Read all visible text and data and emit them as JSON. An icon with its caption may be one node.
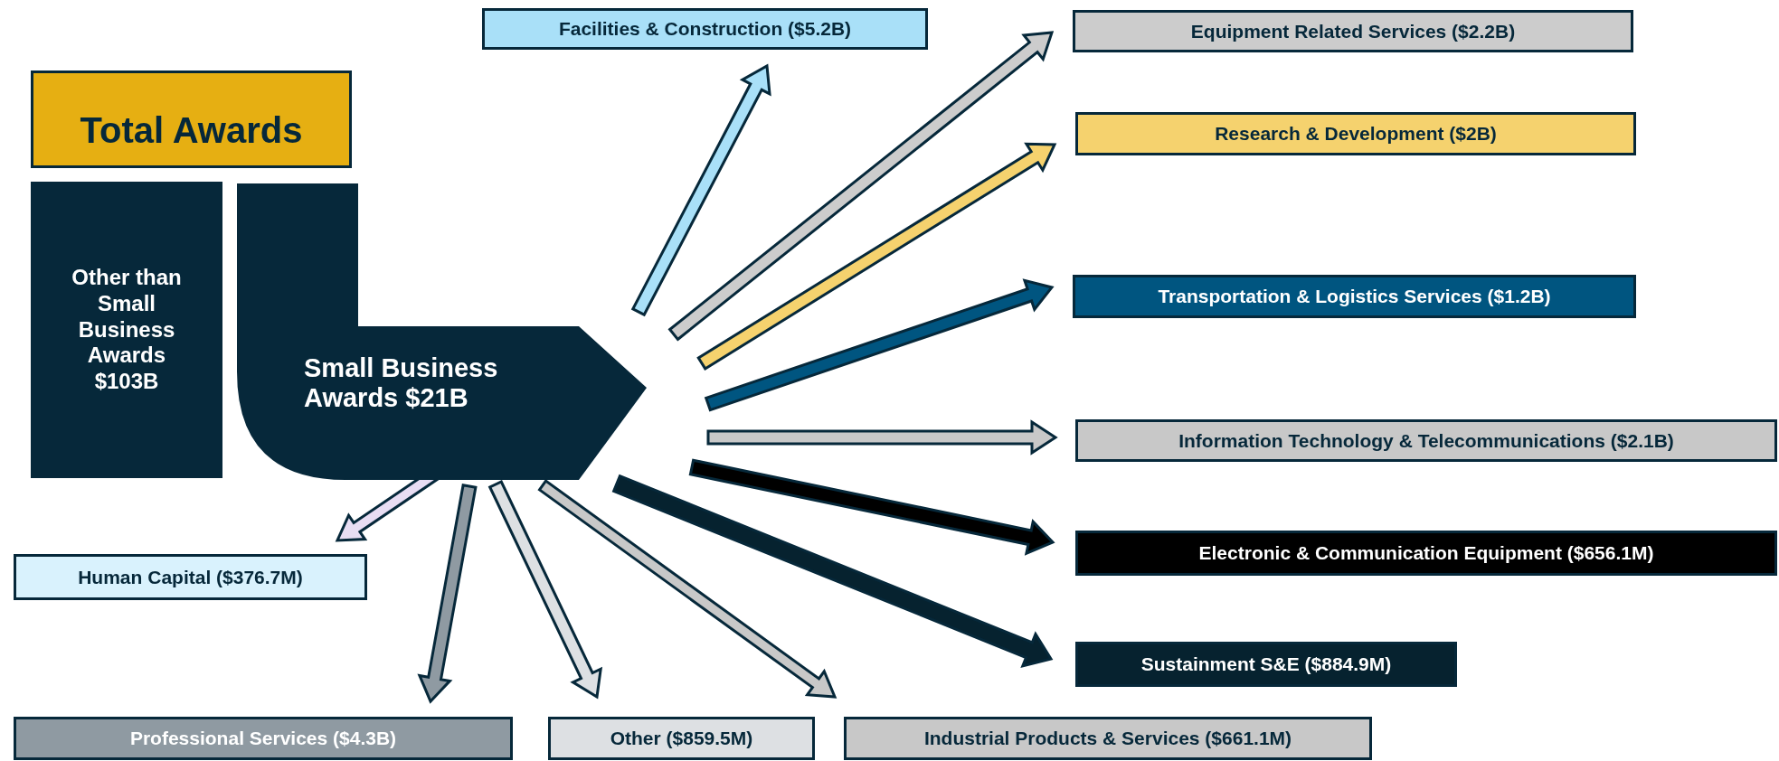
{
  "diagram": {
    "nodes": [
      {
        "text": [
          "Total Awards"
        ]
      },
      {
        "text": [
          "Other than Small Business Awards $103B"
        ]
      },
      {
        "text": [
          "Small Business Awards $21B"
        ]
      },
      {
        "text": [
          "Facilities & Construction ($5.2B)"
        ]
      },
      {
        "text": [
          "Equipment Related Services ($2.2B)"
        ]
      },
      {
        "text": [
          "Research & Development ($2B)"
        ]
      },
      {
        "text": [
          "Transportation & Logistics Services ($1.2B)"
        ]
      },
      {
        "text": [
          "Information Technology & Telecommunications ($2.1B)"
        ]
      },
      {
        "text": [
          "Electronic & Communication Equipment ($656.1M)"
        ]
      },
      {
        "text": [
          "Sustainment S&E ($884.9M)"
        ]
      },
      {
        "text": [
          "Human Capital ($376.7M)"
        ]
      },
      {
        "text": [
          "Professional Services ($4.3B)"
        ]
      },
      {
        "text": [
          "Other ($859.5M)"
        ]
      },
      {
        "text": [
          "Industrial Products & Services ($661.1M)"
        ]
      }
    ],
    "edges": [
      {
        "from": 2,
        "to": 3,
        "arrow": "to",
        "color": "#a9e0f8"
      },
      {
        "from": 2,
        "to": 4,
        "arrow": "to",
        "color": "#cccccc"
      },
      {
        "from": 2,
        "to": 5,
        "arrow": "to",
        "color": "#f5d26e"
      },
      {
        "from": 2,
        "to": 6,
        "arrow": "to",
        "color": "#005580"
      },
      {
        "from": 2,
        "to": 7,
        "arrow": "to",
        "color": "#c8c8c8"
      },
      {
        "from": 2,
        "to": 8,
        "arrow": "to",
        "color": "#000000"
      },
      {
        "from": 2,
        "to": 9,
        "arrow": "to",
        "color": "#06222f"
      },
      {
        "from": 2,
        "to": 10,
        "arrow": "to",
        "color": "#e8ddf3"
      },
      {
        "from": 2,
        "to": 11,
        "arrow": "to",
        "color": "#8f9aa2"
      },
      {
        "from": 2,
        "to": 12,
        "arrow": "to",
        "color": "#dde0e3"
      },
      {
        "from": 2,
        "to": 13,
        "arrow": "to",
        "color": "#c8c8c8"
      }
    ]
  }
}
